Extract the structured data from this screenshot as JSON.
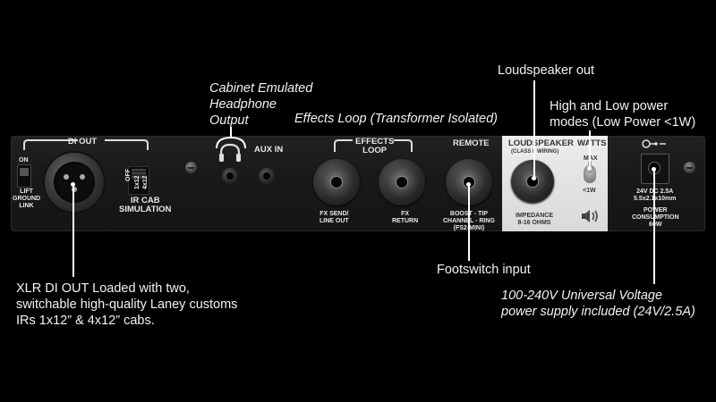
{
  "callouts": {
    "loudspeaker": "Loudspeaker out",
    "headphone_line1": "Cabinet Emulated",
    "headphone_line2": "Headphone",
    "headphone_line3": "Output",
    "effects_loop": "Effects Loop (Transformer Isolated)",
    "power_modes_line1": "High and Low power",
    "power_modes_line2": "modes (Low Power <1W)",
    "xlr_line1": "XLR DI OUT Loaded with two,",
    "xlr_line2": "switchable high-quality Laney customs",
    "xlr_line3": "IRs 1x12” & 4x12” cabs.",
    "footswitch": "Footswitch input",
    "supply_line1": "100-240V Universal Voltage",
    "supply_line2": "power supply included (24V/2.5A)"
  },
  "panel": {
    "di_out": "DI OUT",
    "on": "ON",
    "lift_line1": "LIFT",
    "lift_line2": "GROUND",
    "lift_line3": "LINK",
    "sw_off": "OFF",
    "sw_1x12": "1x12",
    "sw_4x12": "4x12",
    "ir_cab_line1": "IR CAB",
    "ir_cab_line2": "SIMULATION",
    "aux_in": "AUX IN",
    "effects_line1": "EFFECTS",
    "effects_line2": "LOOP",
    "fx_send_line1": "FX SEND/",
    "fx_send_line2": "LINE OUT",
    "fx_return_line1": "FX",
    "fx_return_line2": "RETURN",
    "remote": "REMOTE",
    "remote_line1": "BOOST - TIP",
    "remote_line2": "CHANNEL - RING",
    "remote_line3": "(FS2-MINI)",
    "loudspeaker": "LOUDSPEAKER",
    "class_wiring": "(CLASS II WIRING)",
    "impedance_line1": "IMPEDANCE",
    "impedance_line2": "8-16 OHMS",
    "watts": "WATTS",
    "max": "MAX",
    "low": "<1W",
    "dc_line1": "24V DC 2.5A",
    "dc_line2": "5.5x2.1x10mm",
    "power_line1": "POWER",
    "power_line2": "CONSUMPTION",
    "power_line3": "60W"
  },
  "icons": [
    "headphones-icon",
    "speaker-icon",
    "dc-polarity-icon",
    "xlr-connector-icon",
    "quarter-inch-jack-icon",
    "screw-icon"
  ]
}
